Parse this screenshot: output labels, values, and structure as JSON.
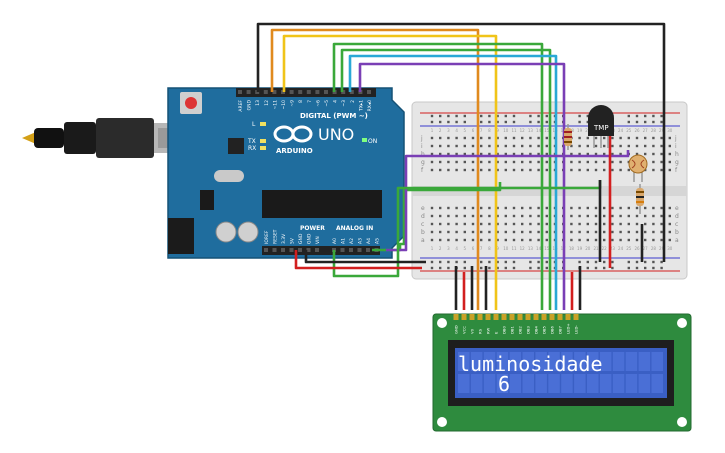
{
  "arduino": {
    "brand_word": "UNO",
    "brand_name": "ARDUINO",
    "digital_header": "DIGITAL (PWM ~)",
    "power_header": "POWER",
    "analog_header": "ANALOG IN",
    "on_label": "ON",
    "l_label": "L",
    "tx_label": "TX",
    "rx_label": "RX",
    "digital_pins": [
      "AREF",
      "GND",
      "13",
      "12",
      "~11",
      "~10",
      "~9",
      "8",
      "7",
      "~6",
      "~5",
      "4",
      "~3",
      "2",
      "TX▸1",
      "RX◂0"
    ],
    "power_pins": [
      "IOREF",
      "RESET",
      "3.3V",
      "5V",
      "GND",
      "GND",
      "VIN"
    ],
    "analog_pins": [
      "A0",
      "A1",
      "A2",
      "A3",
      "A4",
      "A5"
    ]
  },
  "sensor": {
    "label": "TMP"
  },
  "breadboard": {
    "row_letters_top": [
      "j",
      "i",
      "h",
      "g",
      "f"
    ],
    "row_letters_bottom": [
      "e",
      "d",
      "c",
      "b",
      "a"
    ],
    "column_numbers": [
      "1",
      "2",
      "3",
      "4",
      "5",
      "6",
      "7",
      "8",
      "9",
      "10",
      "11",
      "12",
      "13",
      "14",
      "15",
      "16",
      "17",
      "18",
      "19",
      "20",
      "21",
      "22",
      "23",
      "24",
      "25",
      "26",
      "27",
      "28",
      "29",
      "30"
    ]
  },
  "lcd": {
    "line1": "luminosidade",
    "line2": "6",
    "pin_labels": [
      "GND",
      "VCC",
      "V0",
      "RS",
      "RW",
      "E",
      "DB0",
      "DB1",
      "DB2",
      "DB3",
      "DB4",
      "DB5",
      "DB6",
      "DB7",
      "LED+",
      "LED-"
    ]
  },
  "colors": {
    "arduino_board": "#1f6d9e",
    "lcd_board": "#2e8b3e",
    "lcd_screen": "#3a5fc4",
    "breadboard": "#e6e6e6",
    "wire_orange": "#e08a1e",
    "wire_yellow": "#f0c419",
    "wire_green": "#3aa83a",
    "wire_cyan": "#29a8d6",
    "wire_purple": "#7a3fb5",
    "wire_black": "#222222",
    "wire_red": "#d21f1f"
  }
}
